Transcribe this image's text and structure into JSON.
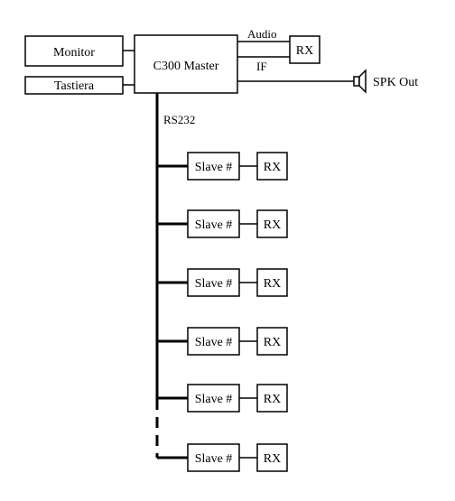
{
  "master": {
    "label": "C300 Master"
  },
  "monitor": {
    "label": "Monitor"
  },
  "keyboard": {
    "label": "Tastiera"
  },
  "receiver_top": {
    "label": "RX"
  },
  "audio_link": {
    "label": "Audio"
  },
  "if_link": {
    "label": "IF"
  },
  "speaker": {
    "label": "SPK Out",
    "icon": "speaker-icon"
  },
  "bus": {
    "label": "RS232"
  },
  "slaves": [
    {
      "label": "Slave #",
      "rx": "RX"
    },
    {
      "label": "Slave #",
      "rx": "RX"
    },
    {
      "label": "Slave #",
      "rx": "RX"
    },
    {
      "label": "Slave #",
      "rx": "RX"
    },
    {
      "label": "Slave #",
      "rx": "RX"
    },
    {
      "label": "Slave #",
      "rx": "RX"
    }
  ],
  "colors": {
    "line": "#000000",
    "background": "#ffffff"
  }
}
